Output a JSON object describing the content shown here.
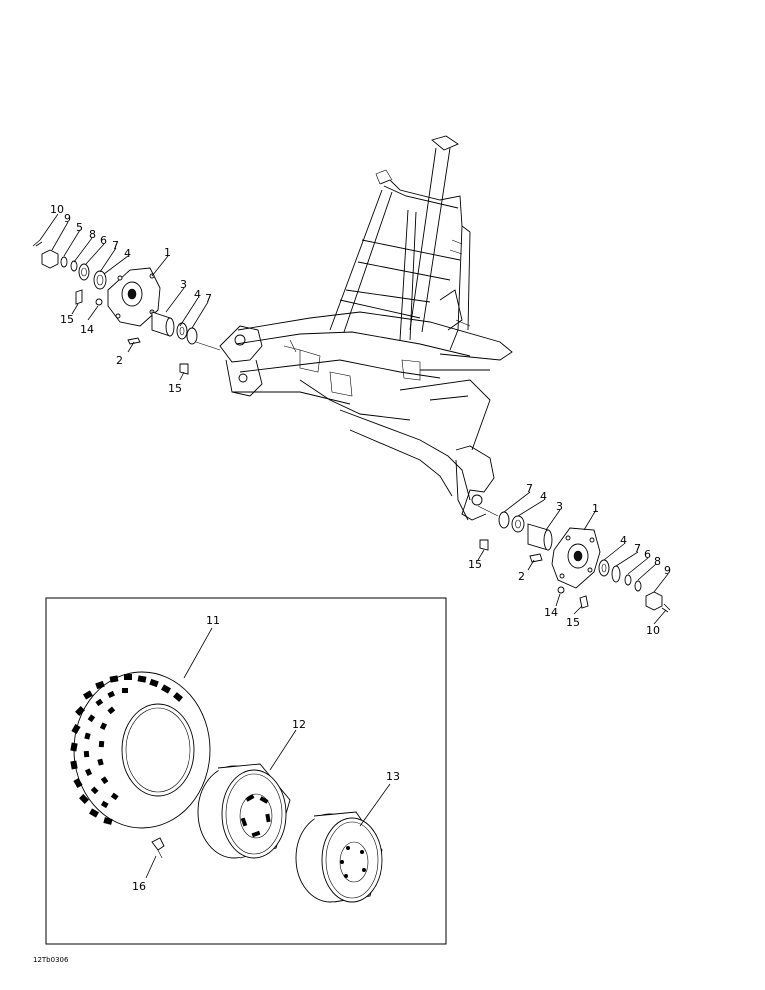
{
  "drawing_code": "12Tb0306",
  "callouts": [
    "1",
    "2",
    "3",
    "4",
    "5",
    "6",
    "7",
    "8",
    "9",
    "10",
    "11",
    "12",
    "13",
    "14",
    "15",
    "16"
  ],
  "wheel_inset": {
    "tire_label": "11",
    "rim_label_a": "12",
    "rim_label_b": "13",
    "valve_label": "16"
  }
}
